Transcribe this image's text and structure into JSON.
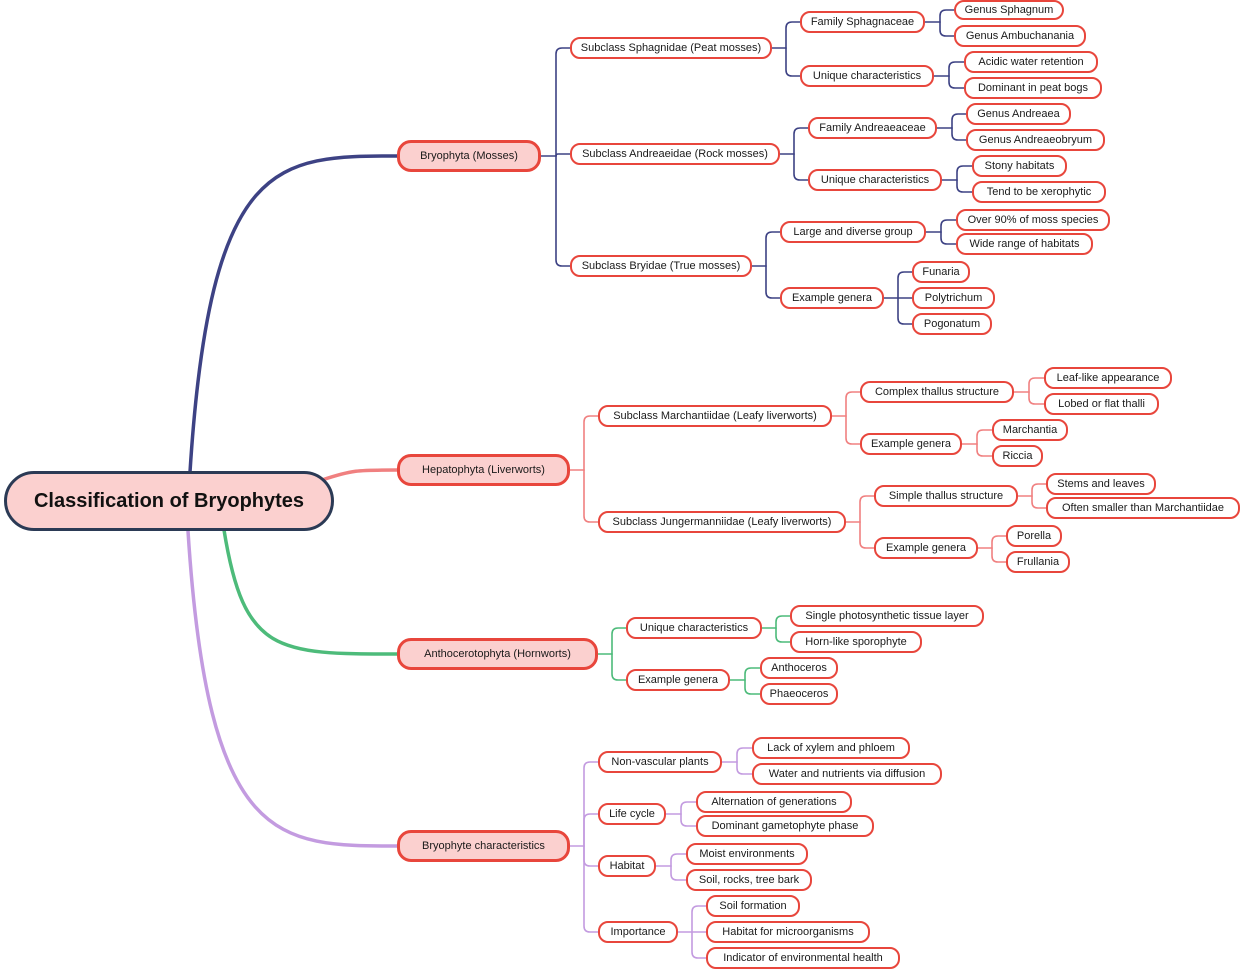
{
  "root": {
    "label": "Classification of Bryophytes"
  },
  "colors": {
    "node_border": "#e8463c",
    "node_fill_main": "#fbd0cf",
    "root_border": "#2b3a55",
    "branch_mosses": "#3d4284",
    "branch_liverworts": "#f08080",
    "branch_hornworts": "#4dbb7a",
    "branch_characteristics": "#c39be0"
  },
  "branches": [
    {
      "id": "mosses",
      "label": "Bryophyta (Mosses)",
      "color": "#3d4284",
      "children": [
        {
          "label": "Subclass Sphagnidae (Peat mosses)",
          "children": [
            {
              "label": "Family Sphagnaceae",
              "children": [
                {
                  "label": "Genus Sphagnum"
                },
                {
                  "label": "Genus Ambuchanania"
                }
              ]
            },
            {
              "label": "Unique characteristics",
              "children": [
                {
                  "label": "Acidic water retention"
                },
                {
                  "label": "Dominant in peat bogs"
                }
              ]
            }
          ]
        },
        {
          "label": "Subclass Andreaeidae (Rock mosses)",
          "children": [
            {
              "label": "Family Andreaeaceae",
              "children": [
                {
                  "label": "Genus Andreaea"
                },
                {
                  "label": "Genus Andreaeobryum"
                }
              ]
            },
            {
              "label": "Unique characteristics",
              "children": [
                {
                  "label": "Stony habitats"
                },
                {
                  "label": "Tend to be xerophytic"
                }
              ]
            }
          ]
        },
        {
          "label": "Subclass Bryidae (True mosses)",
          "children": [
            {
              "label": "Large and diverse group",
              "children": [
                {
                  "label": "Over 90% of moss species"
                },
                {
                  "label": "Wide range of habitats"
                }
              ]
            },
            {
              "label": "Example genera",
              "children": [
                {
                  "label": "Funaria"
                },
                {
                  "label": "Polytrichum"
                },
                {
                  "label": "Pogonatum"
                }
              ]
            }
          ]
        }
      ]
    },
    {
      "id": "liverworts",
      "label": "Hepatophyta (Liverworts)",
      "color": "#f08080",
      "children": [
        {
          "label": "Subclass Marchantiidae (Leafy liverworts)",
          "children": [
            {
              "label": "Complex thallus structure",
              "children": [
                {
                  "label": "Leaf-like appearance"
                },
                {
                  "label": "Lobed or flat thalli"
                }
              ]
            },
            {
              "label": "Example genera",
              "children": [
                {
                  "label": "Marchantia"
                },
                {
                  "label": "Riccia"
                }
              ]
            }
          ]
        },
        {
          "label": "Subclass Jungermanniidae (Leafy liverworts)",
          "children": [
            {
              "label": "Simple thallus structure",
              "children": [
                {
                  "label": "Stems and leaves"
                },
                {
                  "label": "Often smaller than Marchantiidae"
                }
              ]
            },
            {
              "label": "Example genera",
              "children": [
                {
                  "label": "Porella"
                },
                {
                  "label": "Frullania"
                }
              ]
            }
          ]
        }
      ]
    },
    {
      "id": "hornworts",
      "label": "Anthocerotophyta (Hornworts)",
      "color": "#4dbb7a",
      "children": [
        {
          "label": "Unique characteristics",
          "children": [
            {
              "label": "Single photosynthetic tissue layer"
            },
            {
              "label": "Horn-like sporophyte"
            }
          ]
        },
        {
          "label": "Example genera",
          "children": [
            {
              "label": "Anthoceros"
            },
            {
              "label": "Phaeoceros"
            }
          ]
        }
      ]
    },
    {
      "id": "characteristics",
      "label": "Bryophyte characteristics",
      "color": "#c39be0",
      "children": [
        {
          "label": "Non-vascular plants",
          "children": [
            {
              "label": "Lack of xylem and phloem"
            },
            {
              "label": "Water and nutrients via diffusion"
            }
          ]
        },
        {
          "label": "Life cycle",
          "children": [
            {
              "label": "Alternation of generations"
            },
            {
              "label": "Dominant gametophyte phase"
            }
          ]
        },
        {
          "label": "Habitat",
          "children": [
            {
              "label": "Moist environments"
            },
            {
              "label": "Soil, rocks, tree bark"
            }
          ]
        },
        {
          "label": "Importance",
          "children": [
            {
              "label": "Soil formation"
            },
            {
              "label": "Habitat for microorganisms"
            },
            {
              "label": "Indicator of environmental health"
            }
          ]
        }
      ]
    }
  ]
}
